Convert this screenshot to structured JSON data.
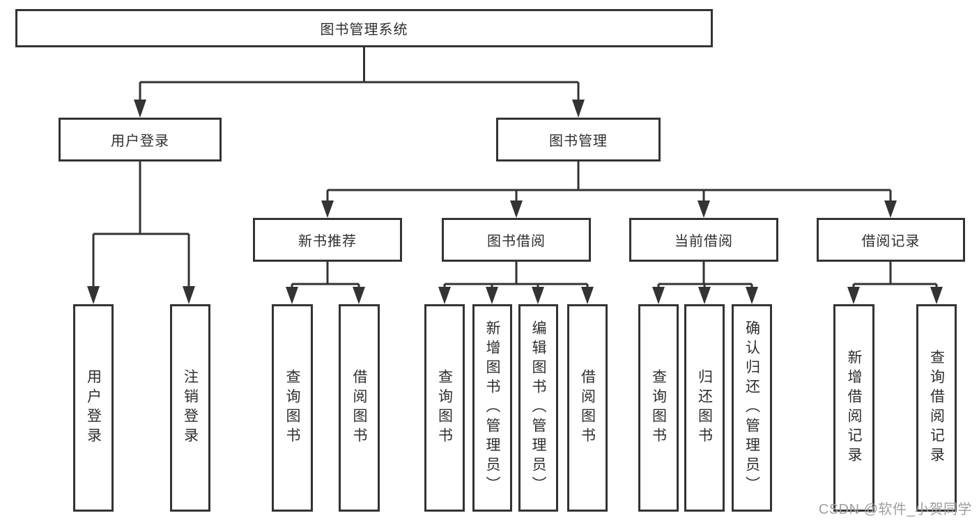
{
  "diagram_type": "feature-tree",
  "colors": {
    "line": "#333333",
    "node_border": "#333333",
    "node_background": "#ffffff",
    "text": "#2e2e2e",
    "watermark_text": "#9e9e9e",
    "page_background": "#ffffff"
  },
  "tree": {
    "label": "图书管理系统",
    "children": [
      {
        "label": "用户登录",
        "children": [
          {
            "label": "用户登录"
          },
          {
            "label": "注销登录"
          }
        ]
      },
      {
        "label": "图书管理",
        "children": [
          {
            "label": "新书推荐",
            "children": [
              {
                "label": "查询图书"
              },
              {
                "label": "借阅图书"
              }
            ]
          },
          {
            "label": "图书借阅",
            "children": [
              {
                "label": "查询图书"
              },
              {
                "label": "新增图书（管理员）"
              },
              {
                "label": "编辑图书（管理员）"
              },
              {
                "label": "借阅图书"
              }
            ]
          },
          {
            "label": "当前借阅",
            "children": [
              {
                "label": "查询图书"
              },
              {
                "label": "归还图书"
              },
              {
                "label": "确认归还（管理员）"
              }
            ]
          },
          {
            "label": "借阅记录",
            "children": [
              {
                "label": "新增借阅记录"
              },
              {
                "label": "查询借阅记录"
              }
            ]
          }
        ]
      }
    ]
  },
  "watermark": {
    "text": "CSDN @软件_小贺同学"
  }
}
